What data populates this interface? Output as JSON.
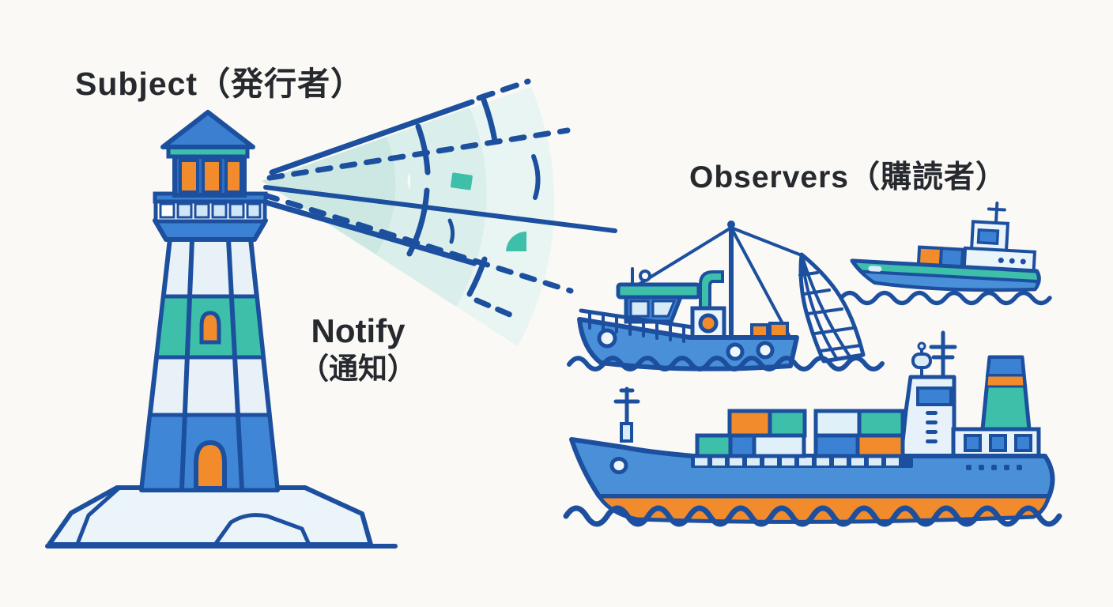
{
  "diagram": {
    "labels": {
      "subject": "Subject（発行者）",
      "observers": "Observers（購読者）",
      "notify_line1": "Notify",
      "notify_line2": "（通知）"
    },
    "figures": [
      {
        "icon": "lighthouse-icon",
        "labeled_as": "Subject（発行者）"
      },
      {
        "icon": "light-beam-icon",
        "labeled_as": "Notify（通知）"
      },
      {
        "icon": "fishing-boat-icon",
        "labeled_as": "Observers（購読者）"
      },
      {
        "icon": "small-cargo-ship-icon",
        "labeled_as": "Observers（購読者）"
      },
      {
        "icon": "large-cargo-ship-icon",
        "labeled_as": "Observers（購読者）"
      }
    ],
    "palette": {
      "background": "#faf9f5",
      "outline_blue": "#1d4f9f",
      "medium_blue": "#4a90d9",
      "deep_blue": "#3b7fd0",
      "window_blue": "#3b82d4",
      "pale_blue": "#dcecf8",
      "lighter_blue": "#edf5fb",
      "teal": "#3dbfa9",
      "orange": "#f28b2b",
      "beam_inner": "#cde8e3",
      "beam_mid": "#daefeb",
      "beam_outer": "#e9f5f2",
      "text": "#26292e"
    }
  }
}
